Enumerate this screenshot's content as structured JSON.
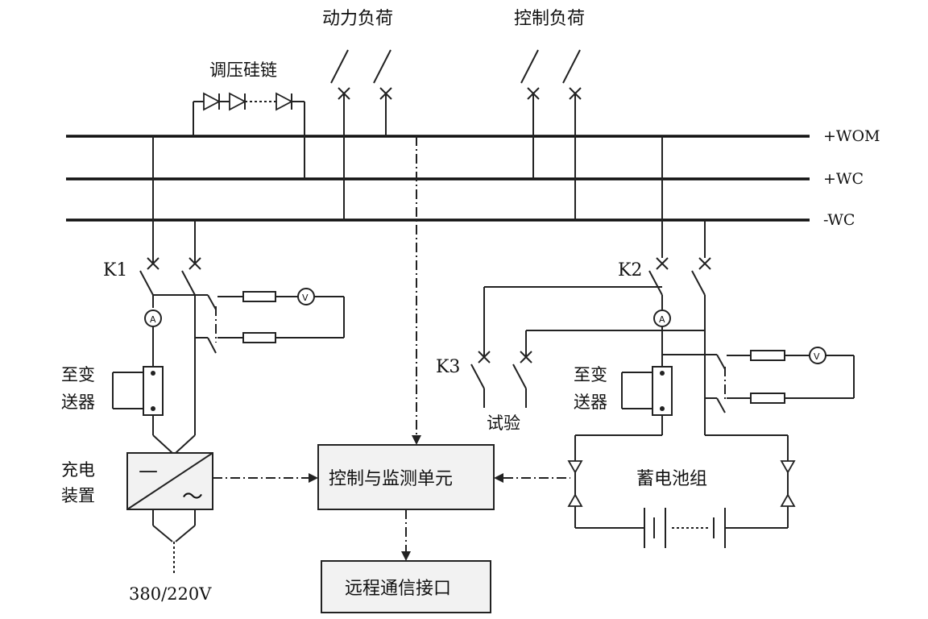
{
  "buses": {
    "wom": "+WOM",
    "wc_pos": "+WC",
    "wc_neg": "-WC"
  },
  "loads": {
    "power": "动力负荷",
    "control": "控制负荷"
  },
  "regulator": "调压硅链",
  "switches": {
    "k1": "K1",
    "k2": "K2",
    "k3": "K3"
  },
  "meters": {
    "ammeter": "A",
    "voltmeter": "V"
  },
  "transducer_left": [
    "至变",
    "送器"
  ],
  "transducer_right": [
    "至变",
    "送器"
  ],
  "charger": [
    "充电",
    "装置"
  ],
  "charger_symbols": {
    "dc": "—",
    "ac": "～"
  },
  "supply_voltage": "380/220V",
  "test_label": "试验",
  "control_unit": "控制与监测单元",
  "battery_bank": "蓄电池组",
  "remote_interface": "远程通信接口"
}
